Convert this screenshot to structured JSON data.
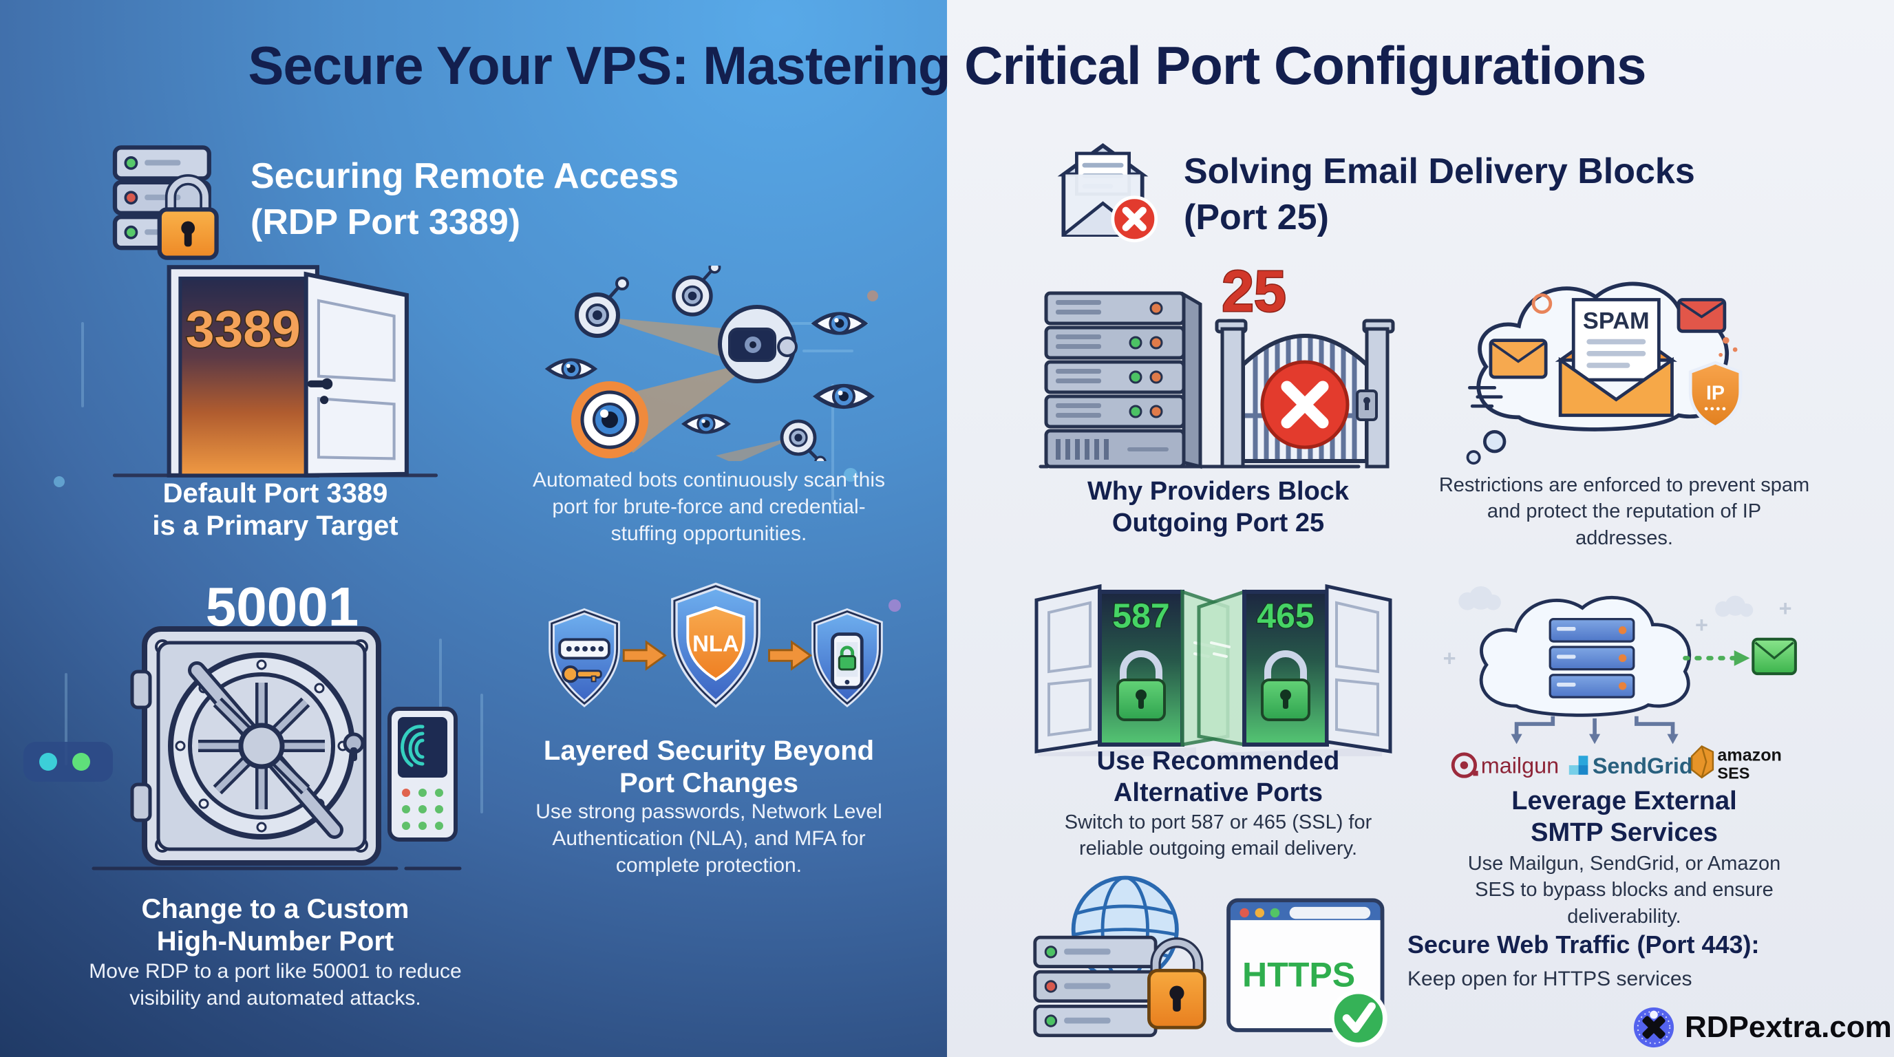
{
  "page": {
    "title": "Secure Your VPS: Mastering Critical Port Configurations"
  },
  "brand": {
    "name": "RDPextra.com"
  },
  "colors": {
    "left_bg_top": "#58a9e8",
    "left_bg_bottom": "#203a66",
    "right_bg": "#eef1f6",
    "title_navy": "#131f4e",
    "accent_orange": "#f29a3c",
    "alert_red": "#e0382e",
    "success_green": "#35b257",
    "door_number_orange": "#f4a259",
    "port_green": "#46d465"
  },
  "icons": {
    "server-lock-icon": "server stack with padlock",
    "blocked-email-icon": "open envelope with red x badge",
    "open-door-icon": "open door glowing orange",
    "scanner-bots-icon": "robotic eyes with scan beams",
    "vault-icon": "bank vault with fingerprint keypad",
    "shields-icon": "password, NLA and MFA shields with arrows",
    "blocked-gate-icon": "server and barred gate with red x",
    "spam-cloud-icon": "cloud with spam mail and IP shield",
    "green-doors-icon": "two open doors with green padlocks",
    "smtp-cloud-icon": "cloud relay to green envelope",
    "https-browser-icon": "globe, locked server and HTTPS browser window",
    "brand-logo-icon": "blue circle with black x"
  },
  "left_section": {
    "header_line1": "Securing Remote Access",
    "header_line2": "(RDP Port 3389)",
    "door": {
      "port": "3389",
      "caption_line1": "Default Port 3389",
      "caption_line2": "is a Primary Target"
    },
    "bots": {
      "caption": "Automated bots continuously scan this port for brute-force and credential-stuffing opportunities."
    },
    "vault": {
      "port": "50001",
      "title_line1": "Change to a Custom",
      "title_line2": "High-Number Port",
      "body": "Move RDP to a port like 50001 to reduce visibility and automated attacks."
    },
    "layered": {
      "badge": "NLA",
      "title_line1": "Layered Security Beyond",
      "title_line2": "Port Changes",
      "body": "Use strong passwords, Network Level Authentication (NLA), and MFA for complete protection."
    }
  },
  "right_section": {
    "header_line1": "Solving Email Delivery Blocks",
    "header_line2": "(Port 25)",
    "blocked": {
      "port": "25",
      "title_line1": "Why Providers Block",
      "title_line2": "Outgoing Port 25"
    },
    "spam": {
      "letter_label": "SPAM",
      "shield_label": "IP",
      "caption": "Restrictions are enforced to prevent spam and protect the reputation of IP addresses."
    },
    "alt_ports": {
      "port1": "587",
      "port2": "465",
      "title_line1": "Use Recommended",
      "title_line2": "Alternative Ports",
      "body": "Switch to port 587 or 465 (SSL) for reliable outgoing email delivery."
    },
    "smtp": {
      "providers": {
        "mailgun": "mailgun",
        "sendgrid": "SendGrid",
        "amazon_line1": "amazon",
        "amazon_line2": "SES"
      },
      "title_line1": "Leverage External",
      "title_line2": "SMTP Services",
      "body": "Use Mailgun, SendGrid, or Amazon SES to bypass blocks and ensure deliverability."
    },
    "web": {
      "https_label": "HTTPS",
      "title": "Secure Web Traffic (Port 443):",
      "body": "Keep open for HTTPS services"
    }
  }
}
